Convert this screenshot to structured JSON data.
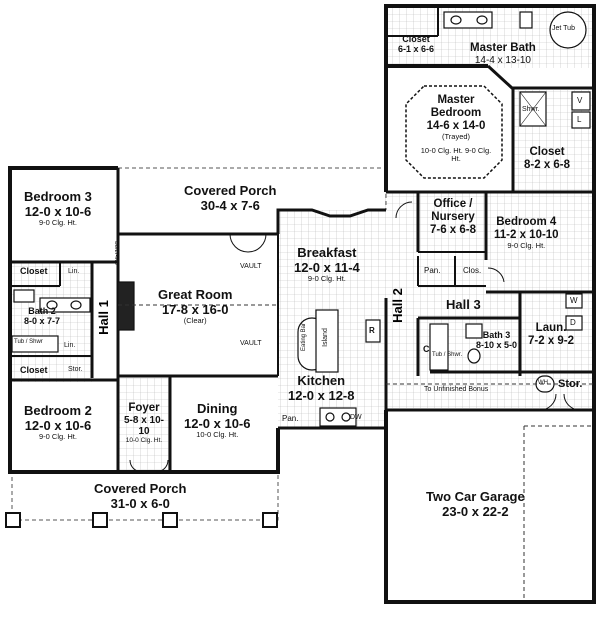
{
  "rooms": {
    "master_bath": {
      "name": "Master Bath",
      "dims": "14-4 x 13-10"
    },
    "closet_top": {
      "name": "Closet",
      "dims": "6-1 x 6-6"
    },
    "jet_tub": "Jet Tub",
    "master_bedroom": {
      "name": "Master Bedroom",
      "dims": "14-6 x 14-0",
      "note": "(Trayed)",
      "clg": "10-0 Clg. Ht. 9-0 Clg. Ht."
    },
    "closet_master": {
      "name": "Closet",
      "dims": "8-2 x 6-8"
    },
    "shower_master": "Shwr.",
    "office": {
      "name": "Office / Nursery",
      "dims": "7-6 x 6-8"
    },
    "bedroom4": {
      "name": "Bedroom 4",
      "dims": "11-2 x 10-10",
      "clg": "9-0 Clg. Ht."
    },
    "pantry": "Pan.",
    "closet_small": "Clos.",
    "hall3": "Hall 3",
    "hall2": "Hall 2",
    "bath3": {
      "name": "Bath 3",
      "dims": "8-10 x 5-0"
    },
    "tub_shower_b3": "Tub / Shwr.",
    "laundry": {
      "name": "Laun.",
      "dims": "7-2 x 9-2"
    },
    "storage_right": "Stor.",
    "wh": "WH",
    "to_bonus": "To Unfinished Bonus",
    "garage": {
      "name": "Two Car Garage",
      "dims": "23-0 x 22-2"
    },
    "covered_porch_top": {
      "name": "Covered Porch",
      "dims": "30-4 x 7-6"
    },
    "bedroom3": {
      "name": "Bedroom 3",
      "dims": "12-0 x 10-6",
      "clg": "9-0 Clg. Ht."
    },
    "closet_b3": "Closet",
    "linen1": "Lin.",
    "bath2": {
      "name": "Bath 2",
      "dims": "8-0 x 7-7"
    },
    "tub_shower_b2": "Tub / Shwr",
    "linen2": "Lin.",
    "hall1": "Hall 1",
    "closet_b2": "Closet",
    "storage_left": "Stor.",
    "bedroom2": {
      "name": "Bedroom 2",
      "dims": "12-0 x 10-6",
      "clg": "9-0 Clg. Ht."
    },
    "great_room": {
      "name": "Great Room",
      "dims": "17-8 x 16-0",
      "note": "(Clear)"
    },
    "vault1": "VAULT",
    "vault2": "VAULT",
    "built_ins": "BUILT-INS",
    "breakfast": {
      "name": "Breakfast",
      "dims": "12-0 x 11-4",
      "clg": "9-0 Clg. Ht."
    },
    "eating_bar": "Eating Bar",
    "island": "Island",
    "kitchen": {
      "name": "Kitchen",
      "dims": "12-0 x 12-8"
    },
    "pantry_kitchen": "Pan.",
    "dw": "DW",
    "fridge": "R",
    "foyer": {
      "name": "Foyer",
      "dims": "5-8 x 10-10",
      "clg": "10-0 Clg. Ht."
    },
    "dining": {
      "name": "Dining",
      "dims": "12-0 x 10-6",
      "clg": "10-0 Clg. Ht."
    },
    "covered_porch_bottom": {
      "name": "Covered Porch",
      "dims": "31-0 x 6-0"
    }
  },
  "fixtures": {
    "w": "W",
    "d": "D",
    "v": "V",
    "l": "L",
    "c": "C"
  }
}
